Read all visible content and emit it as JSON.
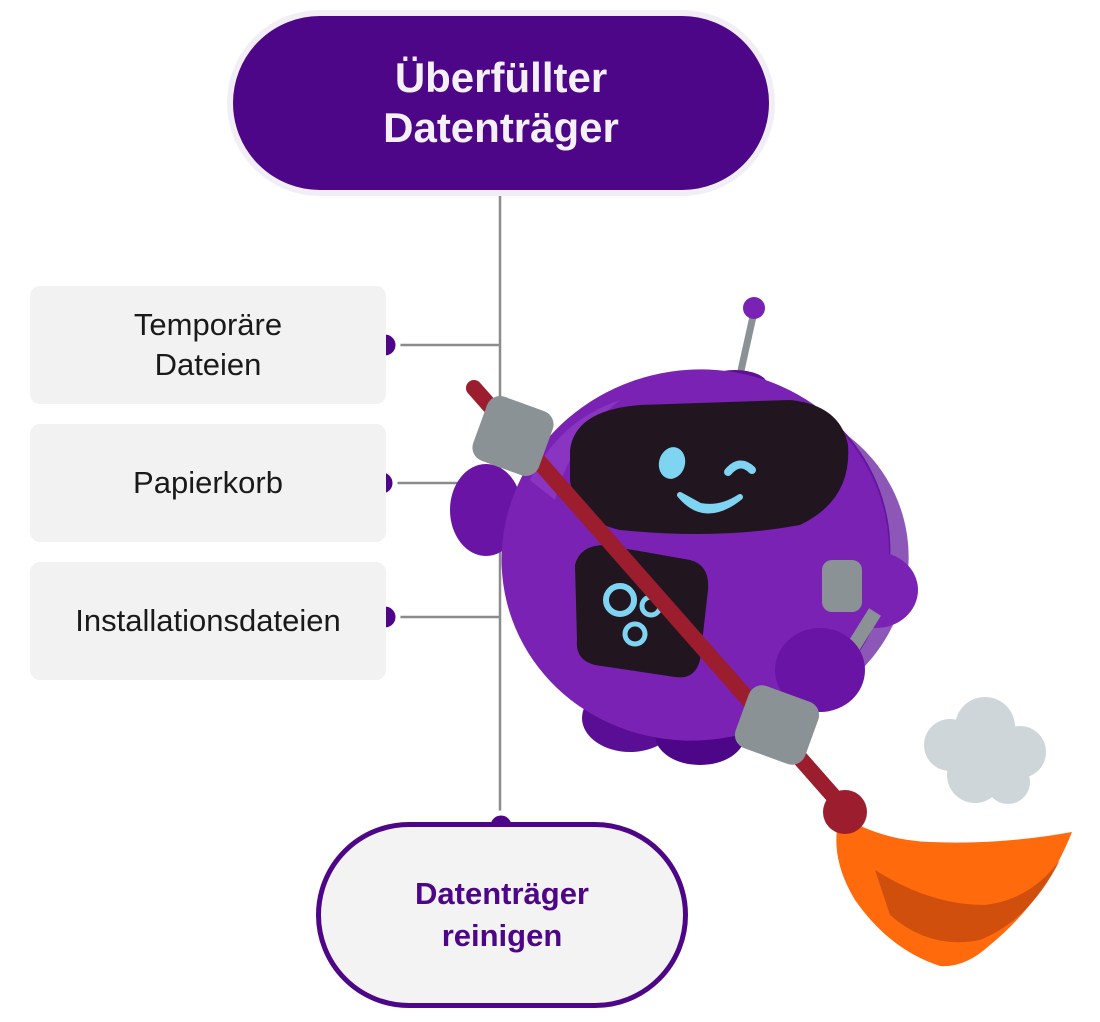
{
  "header": {
    "title": "Überfüllter Datenträger"
  },
  "items": [
    {
      "label": "Temporäre Dateien"
    },
    {
      "label": "Papierkorb"
    },
    {
      "label": "Installationsdateien"
    }
  ],
  "result": {
    "label": "Datenträger reinigen"
  },
  "illustration": {
    "icon": "robot-with-broom-icon"
  },
  "colors": {
    "primary_purple": "#4d0687",
    "robot_purple": "#7a22b4",
    "item_background": "#f2f2f2",
    "broom_stick": "#9b1d2e",
    "broom_head": "#ff6a0d",
    "robot_eyes": "#7fd4f2",
    "connector_line": "#8c8c8c"
  }
}
